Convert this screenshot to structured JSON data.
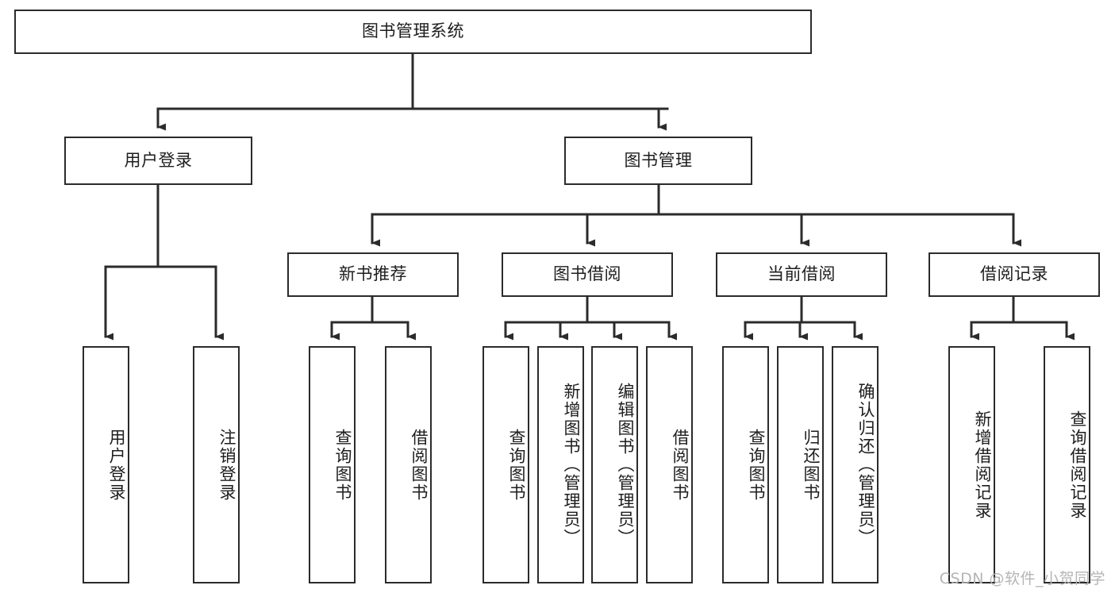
{
  "diagram": {
    "title": "图书管理系统",
    "type": "tree-hierarchy-chart",
    "watermark": "CSDN @软件_小贺同学",
    "colors": {
      "stroke": "#2b2b2b",
      "fill": "#ffffff",
      "text": "#1d1d1d",
      "watermark": "#b5b5b5"
    },
    "nodes": {
      "root": {
        "label": "图书管理系统",
        "orientation": "horizontal"
      },
      "level1": [
        {
          "id": "user-login",
          "label": "用户登录",
          "orientation": "horizontal"
        },
        {
          "id": "book-management",
          "label": "图书管理",
          "orientation": "horizontal"
        }
      ],
      "level2": [
        {
          "id": "new-book-recommend",
          "label": "新书推荐",
          "orientation": "horizontal"
        },
        {
          "id": "book-borrow",
          "label": "图书借阅",
          "orientation": "horizontal"
        },
        {
          "id": "current-borrow",
          "label": "当前借阅",
          "orientation": "horizontal"
        },
        {
          "id": "borrow-record",
          "label": "借阅记录",
          "orientation": "horizontal"
        }
      ],
      "leaves": [
        {
          "id": "leaf-user-login",
          "label": "用户登录",
          "parent": "user-login",
          "orientation": "vertical"
        },
        {
          "id": "leaf-logout-login",
          "label": "注销登录",
          "parent": "user-login",
          "orientation": "vertical"
        },
        {
          "id": "leaf-query-book-1",
          "label": "查询图书",
          "parent": "new-book-recommend",
          "orientation": "vertical"
        },
        {
          "id": "leaf-borrow-book-1",
          "label": "借阅图书",
          "parent": "new-book-recommend",
          "orientation": "vertical"
        },
        {
          "id": "leaf-query-book-2",
          "label": "查询图书",
          "parent": "book-borrow",
          "orientation": "vertical"
        },
        {
          "id": "leaf-add-book",
          "label": "新增图书（管理员）",
          "parent": "book-borrow",
          "orientation": "vertical"
        },
        {
          "id": "leaf-edit-book",
          "label": "编辑图书（管理员）",
          "parent": "book-borrow",
          "orientation": "vertical"
        },
        {
          "id": "leaf-borrow-book-2",
          "label": "借阅图书",
          "parent": "book-borrow",
          "orientation": "vertical"
        },
        {
          "id": "leaf-query-book-3",
          "label": "查询图书",
          "parent": "current-borrow",
          "orientation": "vertical"
        },
        {
          "id": "leaf-return-book",
          "label": "归还图书",
          "parent": "current-borrow",
          "orientation": "vertical"
        },
        {
          "id": "leaf-confirm-return",
          "label": "确认归还（管理员）",
          "parent": "current-borrow",
          "orientation": "vertical"
        },
        {
          "id": "leaf-add-record",
          "label": "新增借阅记录",
          "parent": "borrow-record",
          "orientation": "vertical"
        },
        {
          "id": "leaf-query-record",
          "label": "查询借阅记录",
          "parent": "borrow-record",
          "orientation": "vertical"
        }
      ]
    }
  }
}
